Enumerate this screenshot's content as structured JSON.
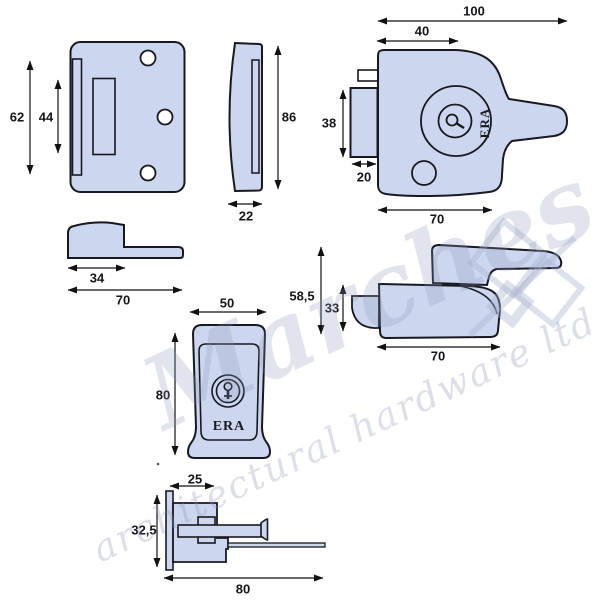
{
  "watermark": {
    "script": "Marches",
    "line": "architectural hardware ltd."
  },
  "brand": {
    "era": "ERA"
  },
  "colors": {
    "part_fill": "#ccd7ef",
    "outline": "#181820",
    "dimension": "#111111",
    "hole_fill": "#ffffff"
  },
  "views": {
    "keep_front": {
      "label": "keep-plate-front",
      "dims": {
        "height": "62",
        "slot": "44"
      }
    },
    "keep_side": {
      "label": "keep-plate-side",
      "dims": {
        "height": "86",
        "depth": "22"
      }
    },
    "lock_top": {
      "label": "lock-body-top",
      "dims": {
        "total": "100",
        "backset": "40",
        "case": "38",
        "bolt": "20",
        "width": "70"
      }
    },
    "keep_profile": {
      "label": "keep-profile",
      "dims": {
        "step": "34",
        "length": "70"
      }
    },
    "cylinder_front": {
      "label": "cylinder-front",
      "dims": {
        "width": "50",
        "height": "80"
      }
    },
    "lock_side": {
      "label": "lock-body-side",
      "dims": {
        "total": "58,5",
        "case": "33",
        "width": "70"
      }
    },
    "section": {
      "label": "cylinder-section",
      "dims": {
        "inner": "25",
        "height": "32,5",
        "length": "80"
      }
    }
  }
}
